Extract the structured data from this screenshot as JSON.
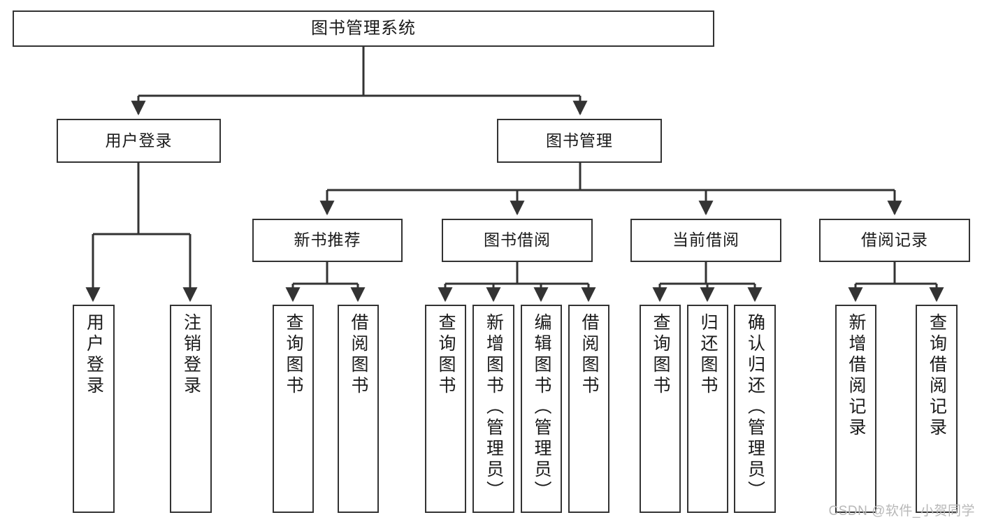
{
  "diagram": {
    "title": "图书管理系统",
    "watermark": "CSDN @软件_小贺同学",
    "type": "hierarchy-tree",
    "line_color": "#333333",
    "box_fill": "#ffffff",
    "text_color": "#1a1a1a",
    "levels": [
      {
        "level": 1,
        "nodes": [
          {
            "id": "root",
            "label": "图书管理系统"
          }
        ]
      },
      {
        "level": 2,
        "nodes": [
          {
            "id": "login",
            "label": "用户登录",
            "parent": "root"
          },
          {
            "id": "bookmgmt",
            "label": "图书管理",
            "parent": "root"
          }
        ]
      },
      {
        "level": 3,
        "nodes": [
          {
            "id": "newbook",
            "label": "新书推荐",
            "parent": "bookmgmt"
          },
          {
            "id": "borrow",
            "label": "图书借阅",
            "parent": "bookmgmt"
          },
          {
            "id": "current",
            "label": "当前借阅",
            "parent": "bookmgmt"
          },
          {
            "id": "record",
            "label": "借阅记录",
            "parent": "bookmgmt"
          }
        ]
      },
      {
        "level": 4,
        "nodes": [
          {
            "id": "leaf1",
            "label": "用户登录",
            "parent": "login"
          },
          {
            "id": "leaf2",
            "label": "注销登录",
            "parent": "login"
          },
          {
            "id": "leaf3",
            "label": "查询图书",
            "parent": "newbook"
          },
          {
            "id": "leaf4",
            "label": "借阅图书",
            "parent": "newbook"
          },
          {
            "id": "leaf5",
            "label": "查询图书",
            "parent": "borrow"
          },
          {
            "id": "leaf6",
            "label": "新增图书（管理员）",
            "parent": "borrow"
          },
          {
            "id": "leaf7",
            "label": "编辑图书（管理员）",
            "parent": "borrow"
          },
          {
            "id": "leaf8",
            "label": "借阅图书",
            "parent": "borrow"
          },
          {
            "id": "leaf9",
            "label": "查询图书",
            "parent": "current"
          },
          {
            "id": "leaf10",
            "label": "归还图书",
            "parent": "current"
          },
          {
            "id": "leaf11",
            "label": "确认归还（管理员）",
            "parent": "current"
          },
          {
            "id": "leaf12",
            "label": "新增借阅记录",
            "parent": "record"
          },
          {
            "id": "leaf13",
            "label": "查询借阅记录",
            "parent": "record"
          }
        ]
      }
    ]
  }
}
